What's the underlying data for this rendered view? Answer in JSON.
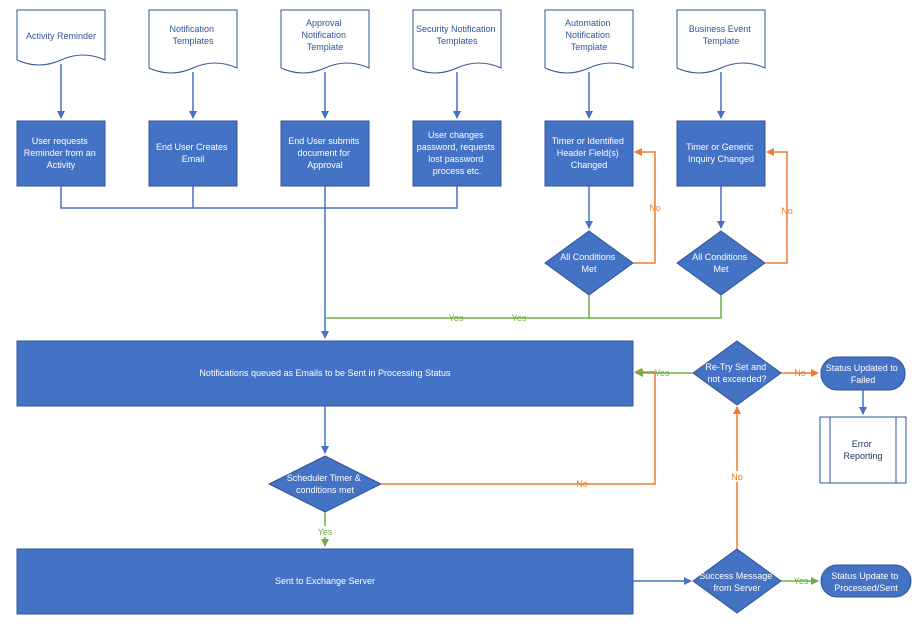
{
  "colors": {
    "box_fill": "#4472c4",
    "box_stroke": "#2f5597",
    "doc_stroke": "#2f5597",
    "arrow_blue": "#4472c4",
    "arrow_green": "#70ad47",
    "arrow_orange": "#ed7d31",
    "text_white": "#ffffff",
    "text_blue": "#2f5597"
  },
  "templates": {
    "activity_reminder": "Activity Reminder",
    "notification_templates": [
      "Notification",
      "Templates"
    ],
    "approval_notification_template": [
      "Approval",
      "Notification",
      "Template"
    ],
    "security_notification_templates": [
      "Security Notification",
      "Templates"
    ],
    "automation_notification_template": [
      "Automation",
      "Notification",
      "Template"
    ],
    "business_event_template": [
      "Business Event",
      "Template"
    ]
  },
  "triggers": {
    "user_requests_reminder": [
      "User requests",
      "Reminder from an",
      "Activity"
    ],
    "end_user_creates_email": [
      "End User Creates",
      "Email"
    ],
    "end_user_submits_document": [
      "End User submits",
      "document for",
      "Approval"
    ],
    "user_changes_password": [
      "User changes",
      "password, requests",
      "lost password",
      "process etc."
    ],
    "timer_header_fields": [
      "Timer or Identified",
      "Header Field(s)",
      "Changed"
    ],
    "timer_generic_inquiry": [
      "Timer or Generic",
      "Inquiry Changed"
    ]
  },
  "decisions": {
    "all_conditions_met_1": [
      "All Conditions",
      "Met"
    ],
    "all_conditions_met_2": [
      "All Conditions",
      "Met"
    ],
    "scheduler_timer": [
      "Scheduler Timer &",
      "conditions met"
    ],
    "retry_set": [
      "Re-Try Set and",
      "not exceeded?"
    ],
    "success_message": [
      "Success Message",
      "from Server"
    ]
  },
  "process": {
    "notifications_queued": "Notifications queued as Emails to be Sent in Processing Status",
    "sent_to_exchange": "Sent to Exchange Server"
  },
  "outcomes": {
    "status_failed": [
      "Status Updated to",
      "Failed"
    ],
    "error_reporting": [
      "Error",
      "Reporting"
    ],
    "status_processed": [
      "Status Update to",
      "Processed/Sent"
    ]
  },
  "edge_labels": {
    "no": "No",
    "yes": "Yes"
  }
}
